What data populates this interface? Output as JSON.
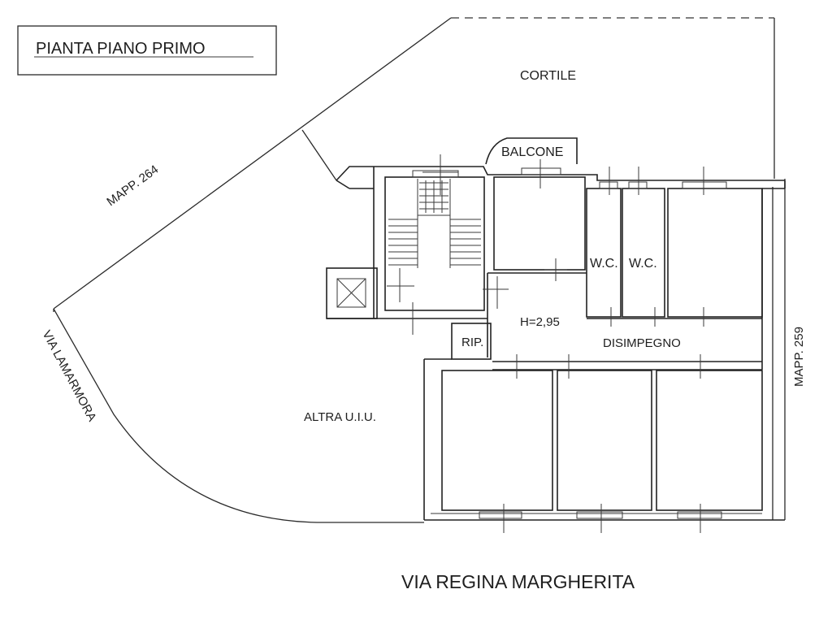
{
  "title": "PIANTA PIANO PRIMO",
  "labels": {
    "cortile": "CORTILE",
    "balcone": "BALCONE",
    "mapp264": "MAPP. 264",
    "mapp259": "MAPP. 259",
    "via_lamarmora": "VIA LAMARMORA",
    "altra_uiu": "ALTRA U.I.U.",
    "wc1": "W.C.",
    "wc2": "W.C.",
    "height": "H=2,95",
    "disimpegno": "DISIMPEGNO",
    "rip": "RIP.",
    "via_regina": "VIA REGINA MARGHERITA"
  }
}
